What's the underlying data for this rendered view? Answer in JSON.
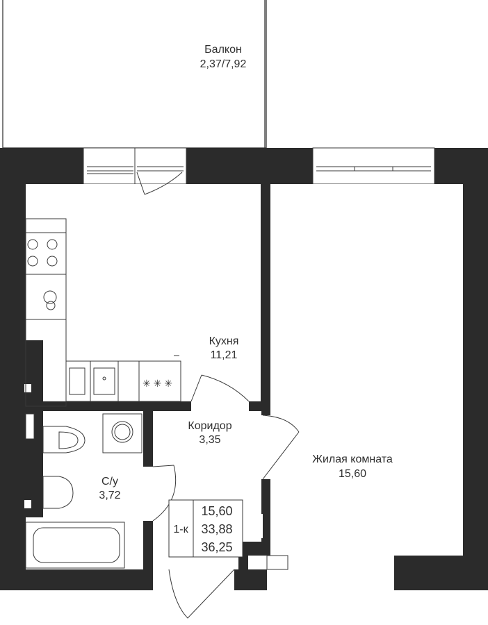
{
  "rooms": {
    "balcony": {
      "name": "Балкон",
      "area": "2,37/7,92"
    },
    "kitchen": {
      "name": "Кухня",
      "area": "11,21"
    },
    "corridor": {
      "name": "Коридор",
      "area": "3,35"
    },
    "bathroom": {
      "name": "С/у",
      "area": "3,72"
    },
    "living_room": {
      "name": "Жилая комната",
      "area": "15,60"
    }
  },
  "summary": {
    "type": "1-к",
    "living_area": "15,60",
    "total_area": "33,88",
    "total_with_balcony": "36,25"
  },
  "colors": {
    "wall": "#2b2b2b",
    "line": "#3a3a3a",
    "background": "#ffffff"
  }
}
